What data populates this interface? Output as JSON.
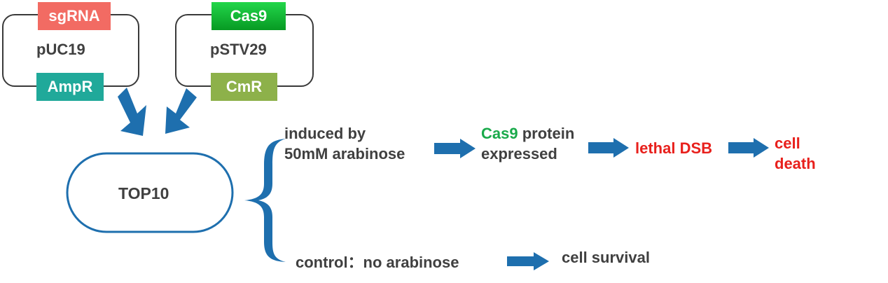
{
  "plasmids": [
    {
      "name": "pUC19",
      "top_tag": "sgRNA",
      "bottom_tag": "AmpR"
    },
    {
      "name": "pSTV29",
      "top_tag": "Cas9",
      "bottom_tag": "CmR"
    }
  ],
  "host": {
    "name": "TOP10"
  },
  "induced": {
    "condition_line1": "induced by",
    "condition_line2": "50mM  arabinose",
    "step1_highlight": "Cas9",
    "step1_rest": " protein",
    "step1_line2": "expressed",
    "step2": "lethal DSB",
    "outcome_line1": "cell",
    "outcome_line2": "death"
  },
  "control": {
    "condition": "control：no arabinose",
    "outcome": "cell survival"
  },
  "colors": {
    "sgRNA": "#f26b63",
    "Cas9": "#0fbf36",
    "AmpR": "#20a99a",
    "CmR": "#8db14a",
    "arrow_blue": "#1e6fae",
    "death_red": "#e8201c"
  }
}
